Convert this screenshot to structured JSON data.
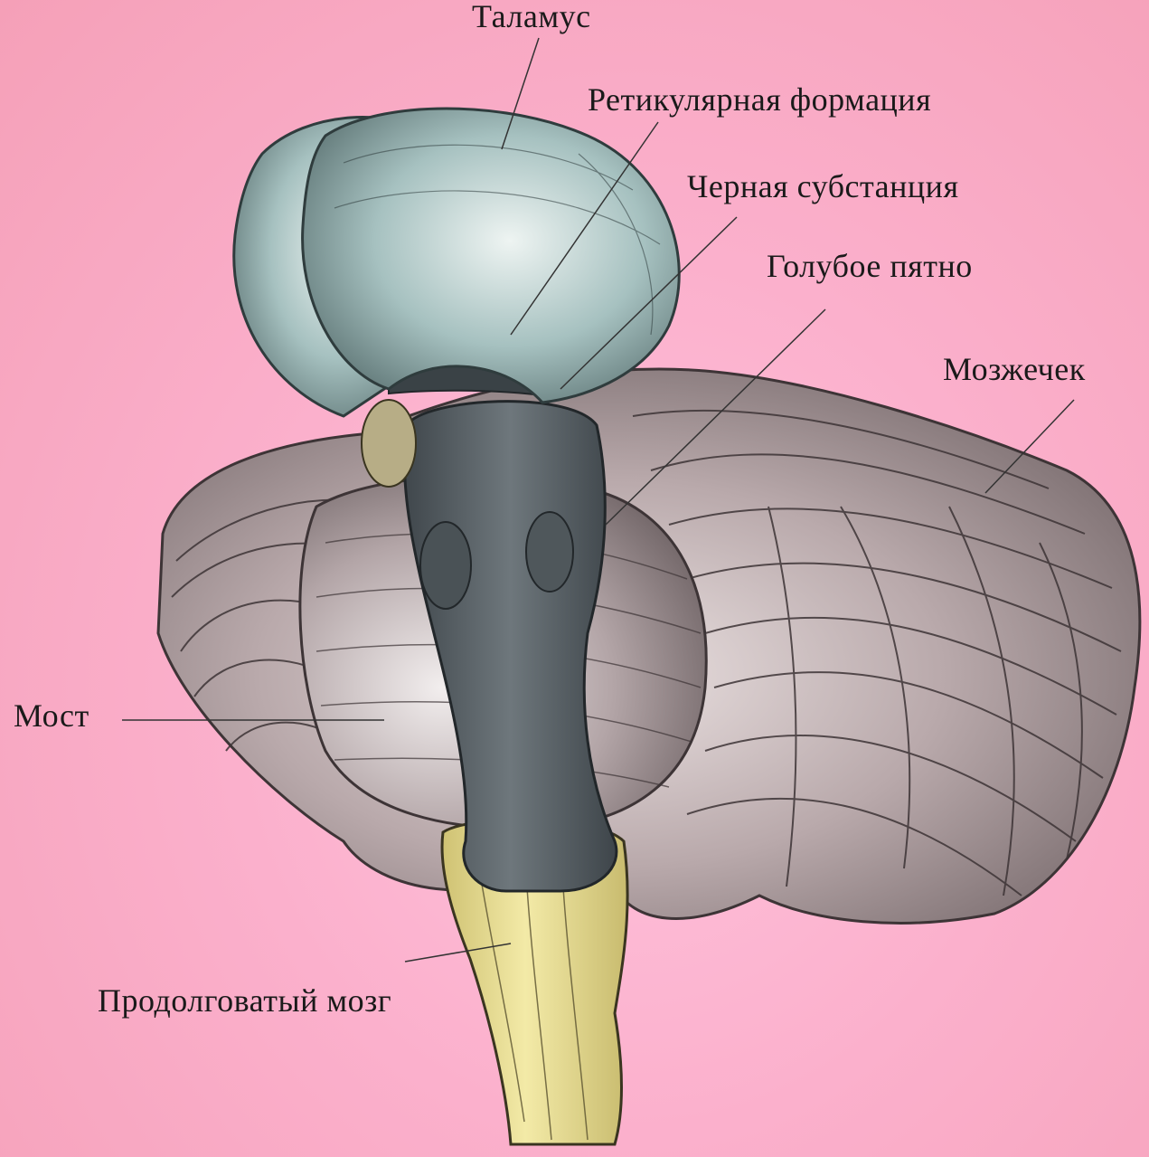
{
  "labels": {
    "thalamus": "Таламус",
    "reticular_formation": "Ретикулярная формация",
    "substantia_nigra": "Черная субстанция",
    "locus_coeruleus": "Голубое пятно",
    "cerebellum": "Мозжечек",
    "pons": "Мост",
    "medulla": "Продолговатый мозг"
  },
  "colors": {
    "background": "#f9acc6",
    "thalamus": "#a9c4c2",
    "cerebellum": "#b8a8aa",
    "brainstem": "#5e666c",
    "medulla": "#ece296"
  }
}
